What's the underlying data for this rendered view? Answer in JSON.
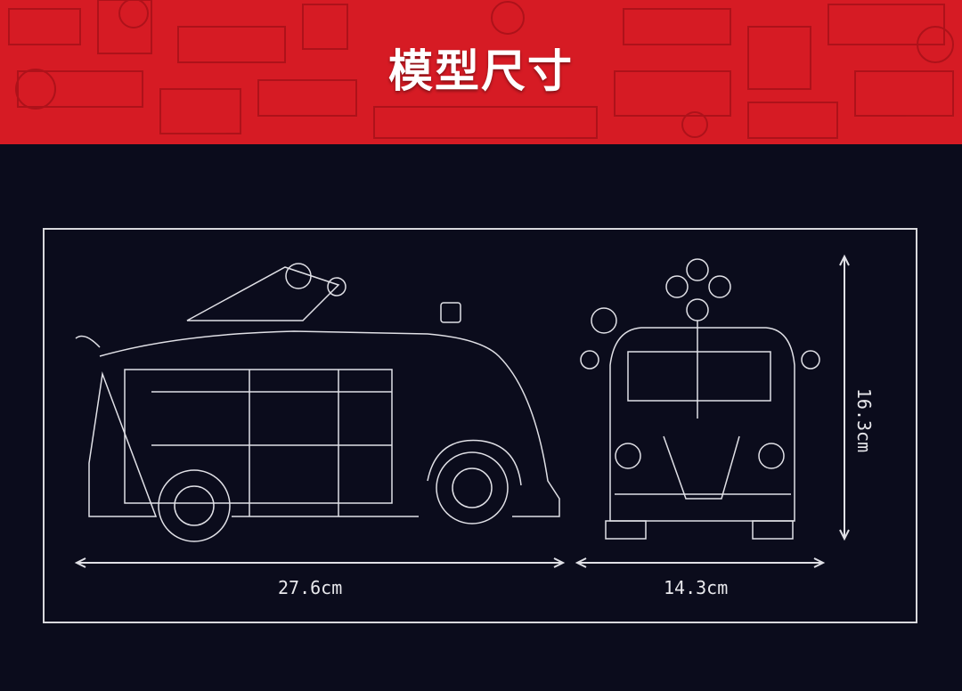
{
  "header": {
    "title": "模型尺寸"
  },
  "dimensions": {
    "length": "27.6cm",
    "width": "14.3cm",
    "height": "16.3cm"
  },
  "colors": {
    "header_red": "#d61b24",
    "background": "#0b0c1c",
    "line": "#e0e0e6"
  }
}
